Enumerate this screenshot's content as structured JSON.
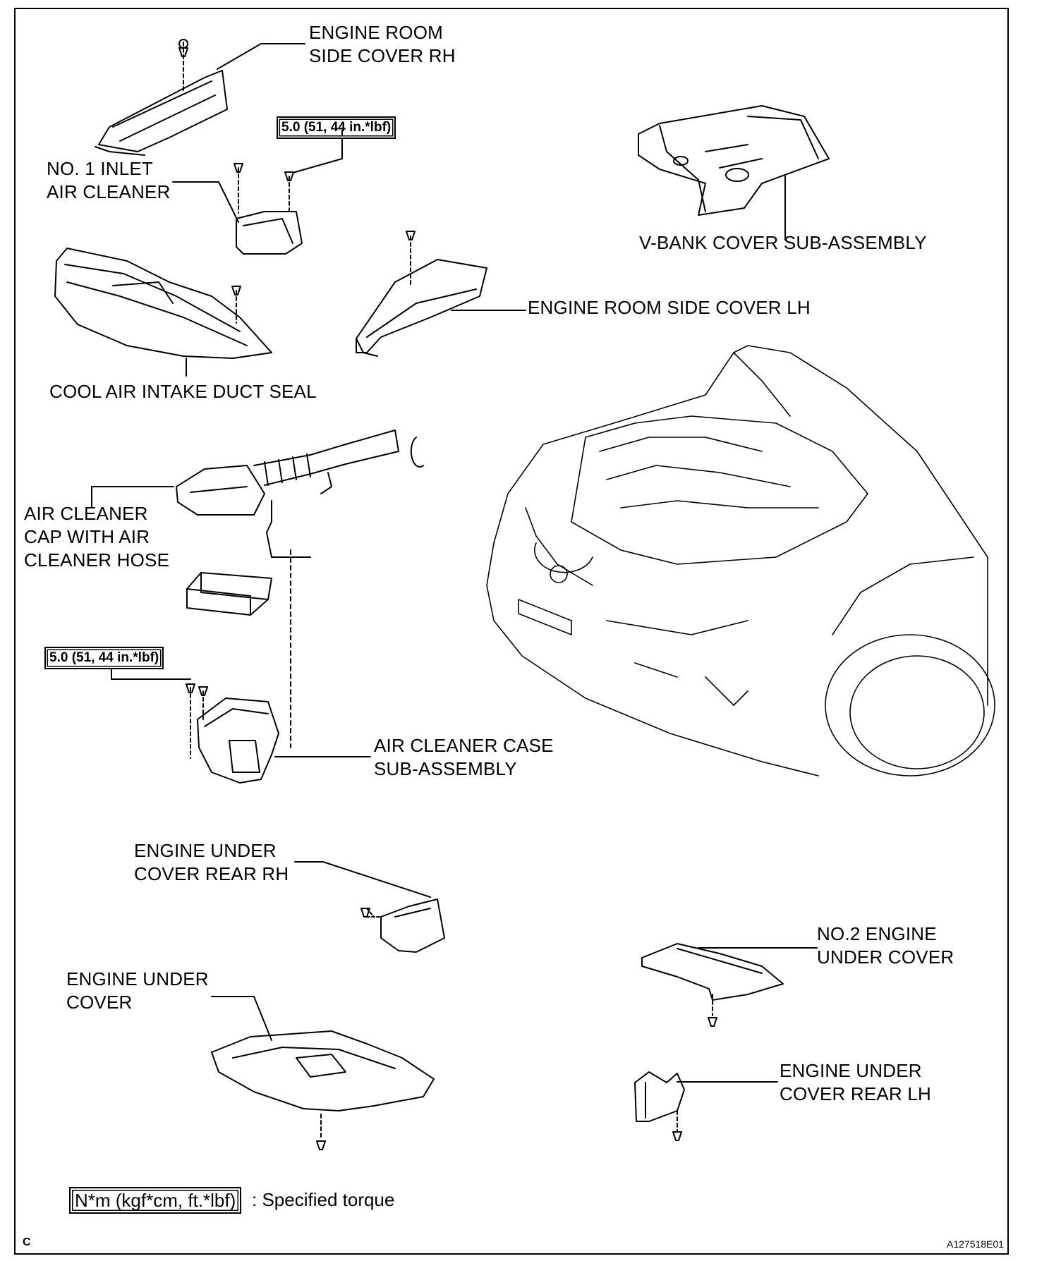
{
  "labels": {
    "engine_room_side_cover_rh": "ENGINE ROOM\nSIDE COVER RH",
    "no1_inlet_air_cleaner": "NO. 1 INLET\nAIR CLEANER",
    "v_bank_cover": "V-BANK COVER SUB-ASSEMBLY",
    "engine_room_side_cover_lh": "ENGINE ROOM SIDE COVER LH",
    "cool_air_intake_duct_seal": "COOL AIR INTAKE DUCT SEAL",
    "air_cleaner_cap": "AIR CLEANER\nCAP WITH AIR\nCLEANER HOSE",
    "air_cleaner_case": "AIR CLEANER CASE\nSUB-ASSEMBLY",
    "engine_under_cover_rear_rh": "ENGINE UNDER\nCOVER REAR RH",
    "no2_engine_under_cover": "NO.2 ENGINE\nUNDER COVER",
    "engine_under_cover": "ENGINE UNDER\nCOVER",
    "engine_under_cover_rear_lh": "ENGINE UNDER\nCOVER REAR LH"
  },
  "torque": {
    "inlet_bolt": "5.0 (51, 44 in.*lbf)",
    "case_bolt": "5.0 (51, 44 in.*lbf)"
  },
  "legend": {
    "box": "N*m (kgf*cm, ft.*lbf)",
    "text": ": Specified torque"
  },
  "corner_letter": "C",
  "figure_code": "A127518E01"
}
